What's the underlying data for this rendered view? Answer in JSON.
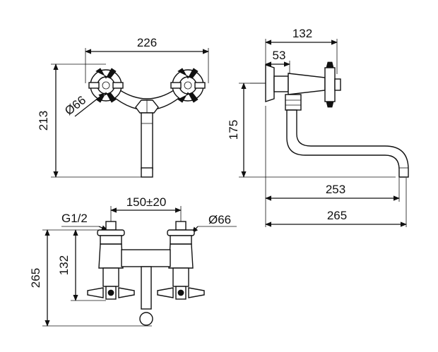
{
  "front_view": {
    "width": "226",
    "height": "213",
    "flange_diameter": "Ø66"
  },
  "side_view": {
    "depth": "132",
    "wall_to_body": "53",
    "height": "175",
    "spout_reach": "253",
    "total_reach": "265"
  },
  "bottom_view": {
    "thread": "G1/2",
    "centers": "150±20",
    "flange_diameter": "Ø66",
    "offset": "132",
    "total_height": "265"
  }
}
